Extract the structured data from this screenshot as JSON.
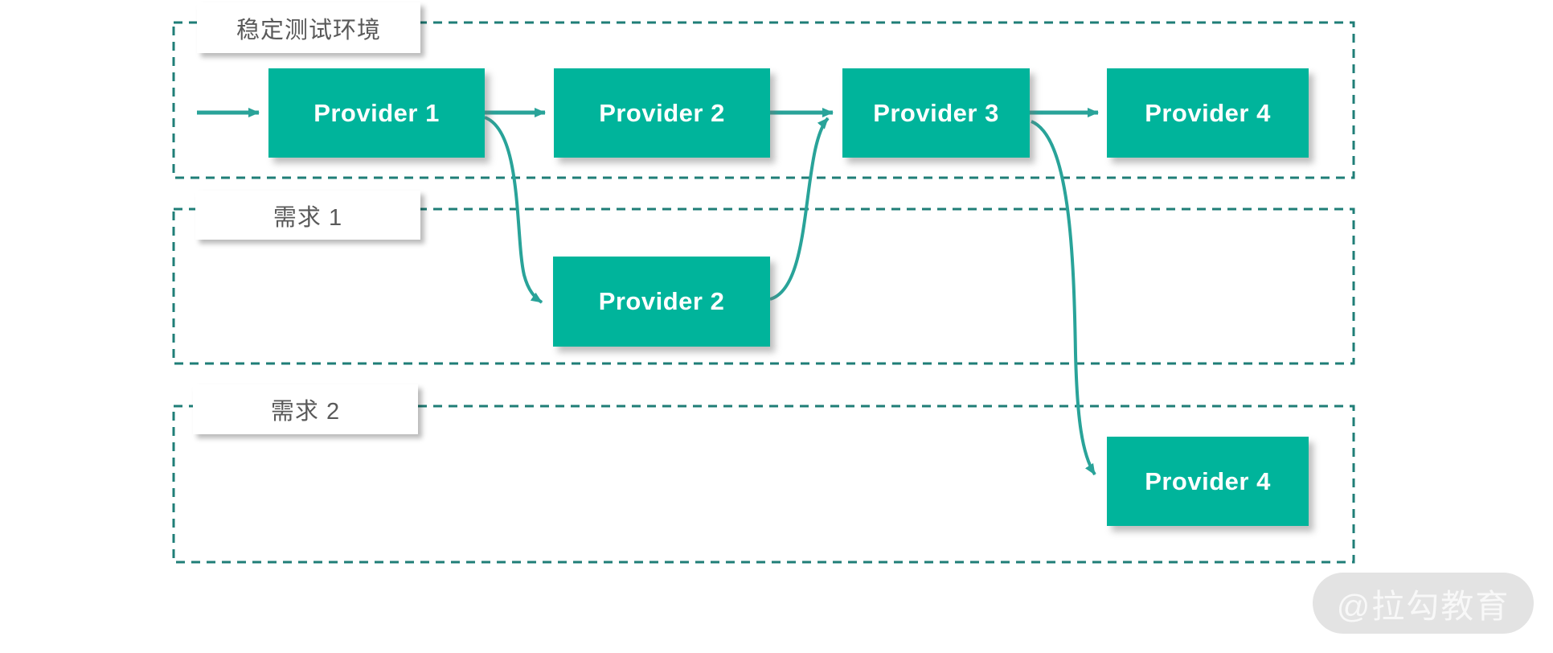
{
  "diagram": {
    "groups": [
      {
        "label": "稳定测试环境",
        "nodes": [
          {
            "label": "Provider 1"
          },
          {
            "label": "Provider 2"
          },
          {
            "label": "Provider 3"
          },
          {
            "label": "Provider 4"
          }
        ]
      },
      {
        "label": "需求 1",
        "nodes": [
          {
            "label": "Provider 2"
          }
        ]
      },
      {
        "label": "需求 2",
        "nodes": [
          {
            "label": "Provider 4"
          }
        ]
      }
    ],
    "edges": [
      {
        "from": "entry",
        "to": "稳定测试环境/Provider 1",
        "style": "straight"
      },
      {
        "from": "稳定测试环境/Provider 1",
        "to": "稳定测试环境/Provider 2",
        "style": "straight"
      },
      {
        "from": "稳定测试环境/Provider 2",
        "to": "稳定测试环境/Provider 3",
        "style": "straight"
      },
      {
        "from": "稳定测试环境/Provider 3",
        "to": "稳定测试环境/Provider 4",
        "style": "straight"
      },
      {
        "from": "稳定测试环境/Provider 1",
        "to": "需求 1/Provider 2",
        "style": "curved"
      },
      {
        "from": "需求 1/Provider 2",
        "to": "稳定测试环境/Provider 3",
        "style": "curved"
      },
      {
        "from": "稳定测试环境/Provider 3",
        "to": "需求 2/Provider 4",
        "style": "curved"
      }
    ],
    "colors": {
      "node_fill": "#00b49b",
      "node_text": "#ffffff",
      "arrow": "#29a399",
      "group_border": "#1f7e77",
      "group_label_text": "#595959"
    }
  },
  "watermark": {
    "text": "@拉勾教育"
  }
}
